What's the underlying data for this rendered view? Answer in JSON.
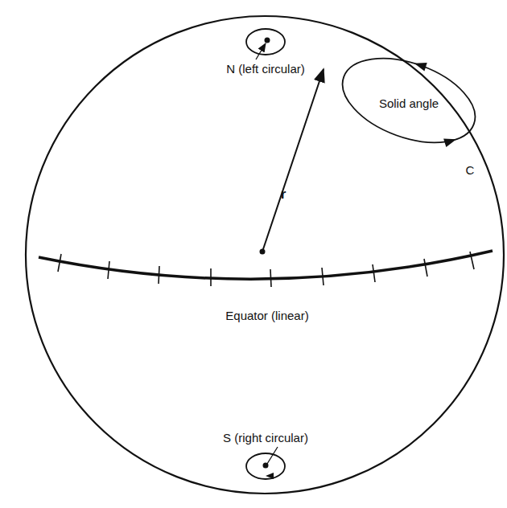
{
  "diagram": {
    "nodes": [
      {
        "text": [
          "Solid angle"
        ]
      }
    ],
    "labels": [
      "N (left circular)",
      "r",
      "C",
      "Equator (linear)",
      "S (right circular)"
    ]
  }
}
